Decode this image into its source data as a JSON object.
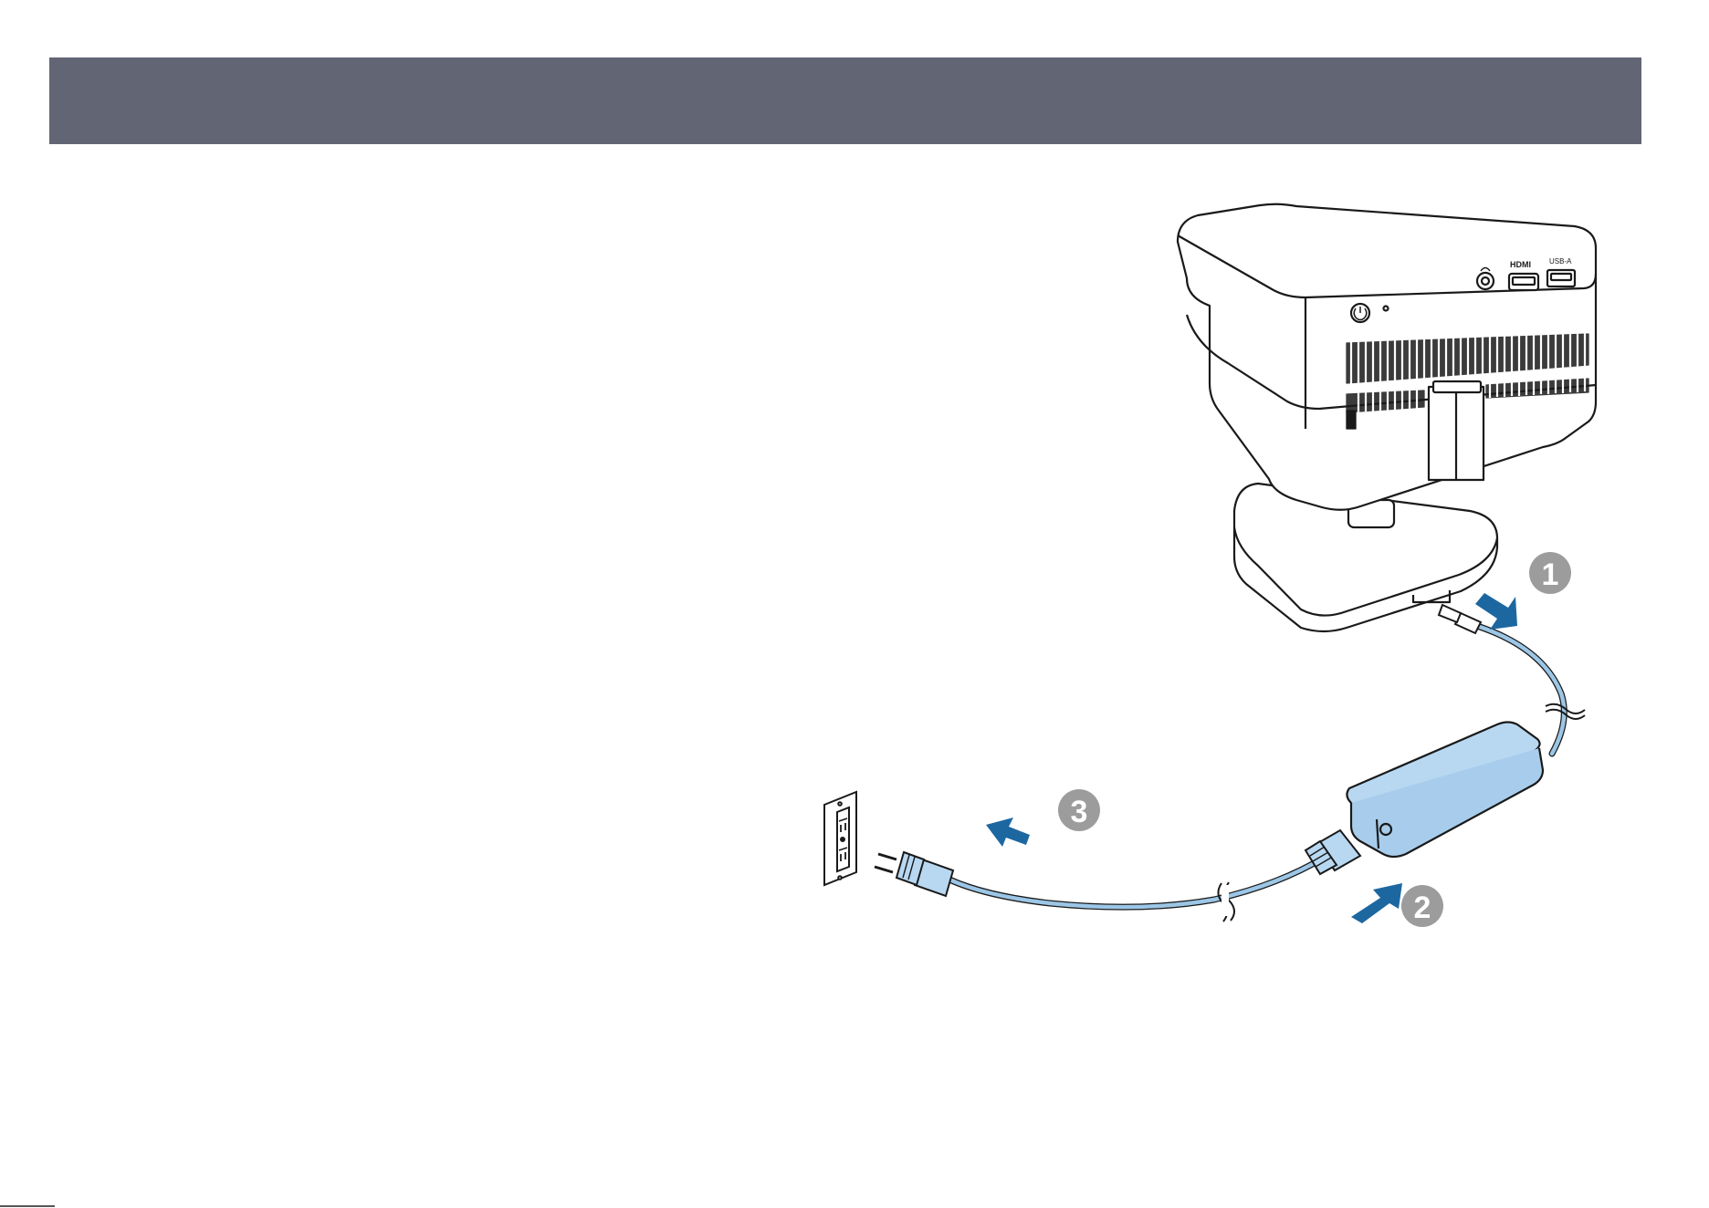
{
  "colors": {
    "header": "#626574",
    "arrow": "#1d67a1",
    "cable": "#9cc6e6",
    "adapter": "#a8cdec",
    "step_badge": "#9c9c9c",
    "outline": "#1a1a1a"
  },
  "projector": {
    "port_labels": {
      "hdmi": "HDMI",
      "usb": "USB-A"
    }
  },
  "steps": [
    {
      "number": "1"
    },
    {
      "number": "2"
    },
    {
      "number": "3"
    }
  ]
}
